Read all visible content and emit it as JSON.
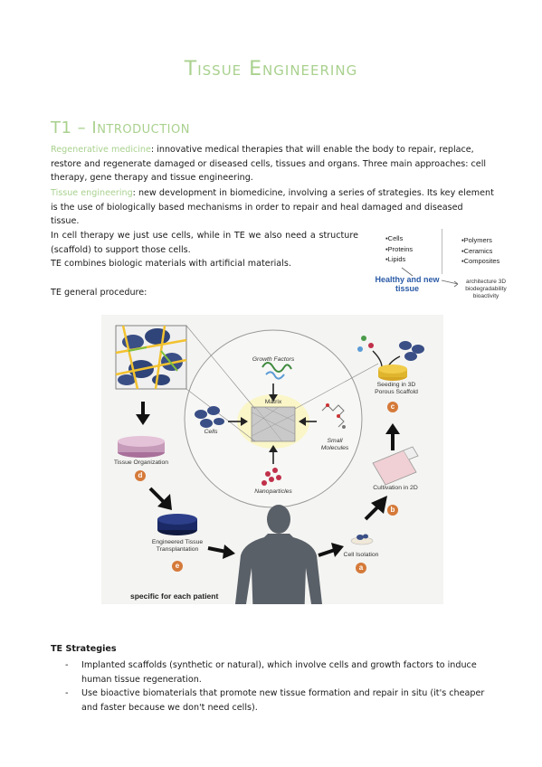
{
  "title": "Tissue Engineering",
  "section": "T1 – Introduction",
  "regen": {
    "term": "Regenerative medicine",
    "text": ": innovative medical therapies that will enable the body to repair, replace, restore and regenerate damaged or diseased cells, tissues and organs. Three main approaches: cell therapy, gene therapy and tissue engineering."
  },
  "tissue": {
    "term": "Tissue engineering",
    "text": ": new development in biomedicine, involving a series of strategies. Its key element is the use of biologically based mechanisms in order to repair and heal damaged and diseased tissue."
  },
  "cell_therapy": "In cell therapy we just use cells, while in TE we also need a structure (scaffold) to support those cells.",
  "te_combines": "TE combines biologic materials with artificial materials.",
  "procedure_label": "TE general procedure:",
  "box_figure": {
    "left_list": [
      "Cells",
      "Proteins",
      "Lipids"
    ],
    "right_list": [
      "Polymers",
      "Ceramics",
      "Composites"
    ],
    "healthy": "Healthy and new tissue",
    "arch_lines": [
      "architecture 3D",
      "biodegradability",
      "bioactivity"
    ]
  },
  "diagram": {
    "growth_factors": "Growth Factors",
    "matrix": "Matrix",
    "cells": "Cells",
    "small_molecules": "Small Molecules",
    "nanoparticles": "Nanoparticles",
    "seeding": "Seeding in 3D Porous Scaffold",
    "cultivation": "Cultivation in 2D",
    "cell_isolation": "Cell Isolation",
    "tissue_org": "Tissue Organization",
    "engineered": "Engineered Tissue Transplantation",
    "badges": {
      "a": "a",
      "b": "b",
      "c": "c",
      "d": "d",
      "e": "e"
    },
    "specific": "specific for each patient"
  },
  "strategies": {
    "heading": "TE Strategies",
    "items": [
      "Implanted scaffolds (synthetic or natural), which involve cells and growth factors to induce human tissue regeneration.",
      "Use bioactive biomaterials that promote new tissue formation and repair in situ (it's cheaper and faster because we don't need cells)."
    ]
  }
}
